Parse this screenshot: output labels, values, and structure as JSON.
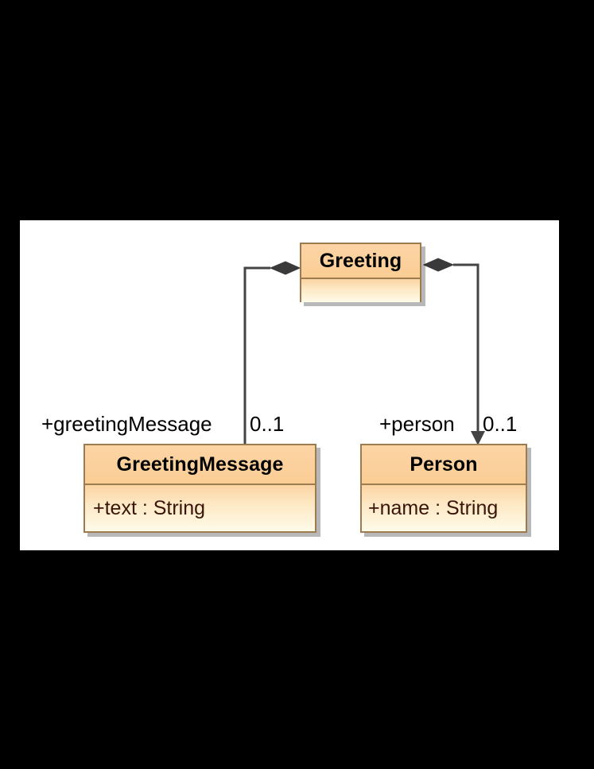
{
  "diagram": {
    "type": "uml-class-diagram",
    "background_color": "#000000",
    "canvas_color": "#ffffff",
    "classes": [
      {
        "id": "greeting",
        "name": "Greeting",
        "attributes": []
      },
      {
        "id": "greetingmessage",
        "name": "GreetingMessage",
        "attributes": [
          "+text : String"
        ]
      },
      {
        "id": "person",
        "name": "Person",
        "attributes": [
          "+name : String"
        ]
      }
    ],
    "associations": [
      {
        "id": "greeting-greetingmessage",
        "kind": "composition",
        "source": "Greeting",
        "target": "GreetingMessage",
        "role": "+greetingMessage",
        "multiplicity": "0..1",
        "arrowhead": false
      },
      {
        "id": "greeting-person",
        "kind": "composition",
        "source": "Greeting",
        "target": "Person",
        "role": "+person",
        "multiplicity": "0..1",
        "arrowhead": true
      }
    ],
    "colors": {
      "header_fill": "#fbd09c",
      "body_fill": "#fdf0cf",
      "border": "#9c7c4e",
      "connector": "#444444",
      "diamond": "#3a3a3a",
      "attribute_text": "#3a1408",
      "class_name_text": "#000000"
    }
  }
}
